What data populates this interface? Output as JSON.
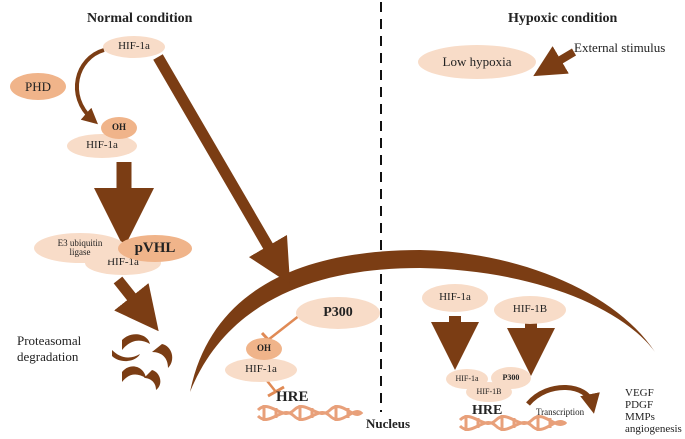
{
  "titles": {
    "normal": "Normal condition",
    "hypoxic": "Hypoxic condition"
  },
  "normal": {
    "hif_top": "HIF-1a",
    "phd": "PHD",
    "oh": "OH",
    "hif_oh": "HIF-1a",
    "e3": "E3 ubiquitin ligase",
    "pvhl": "pVHL",
    "hif_vhl": "HIF-1a",
    "proteasomal": "Proteasomal degradation"
  },
  "nucleus": {
    "label": "Nucleus",
    "p300": "P300",
    "oh": "OH",
    "hif": "HIF-1a",
    "hre_left": "HRE",
    "hre_right": "HRE"
  },
  "hypoxic": {
    "low_hypoxia": "Low hypoxia",
    "external": "External stimulus",
    "hif1a": "HIF-1a",
    "hif1b": "HIF-1B",
    "complex_hif1a": "HIF-1a",
    "complex_p300": "P300",
    "complex_hif1b": "HIF-1B",
    "transcription": "Transcription",
    "genes": [
      "VEGF",
      "PDGF",
      "MMPs",
      "angiogenesis"
    ]
  },
  "colors": {
    "arrow": "#7b3d14",
    "membrane": "#7b3d14",
    "light_ellipse": "#f8dcc8",
    "dark_ellipse": "#f0b48a",
    "inhibit": "#e08a55",
    "dna": "#e8a07a"
  }
}
